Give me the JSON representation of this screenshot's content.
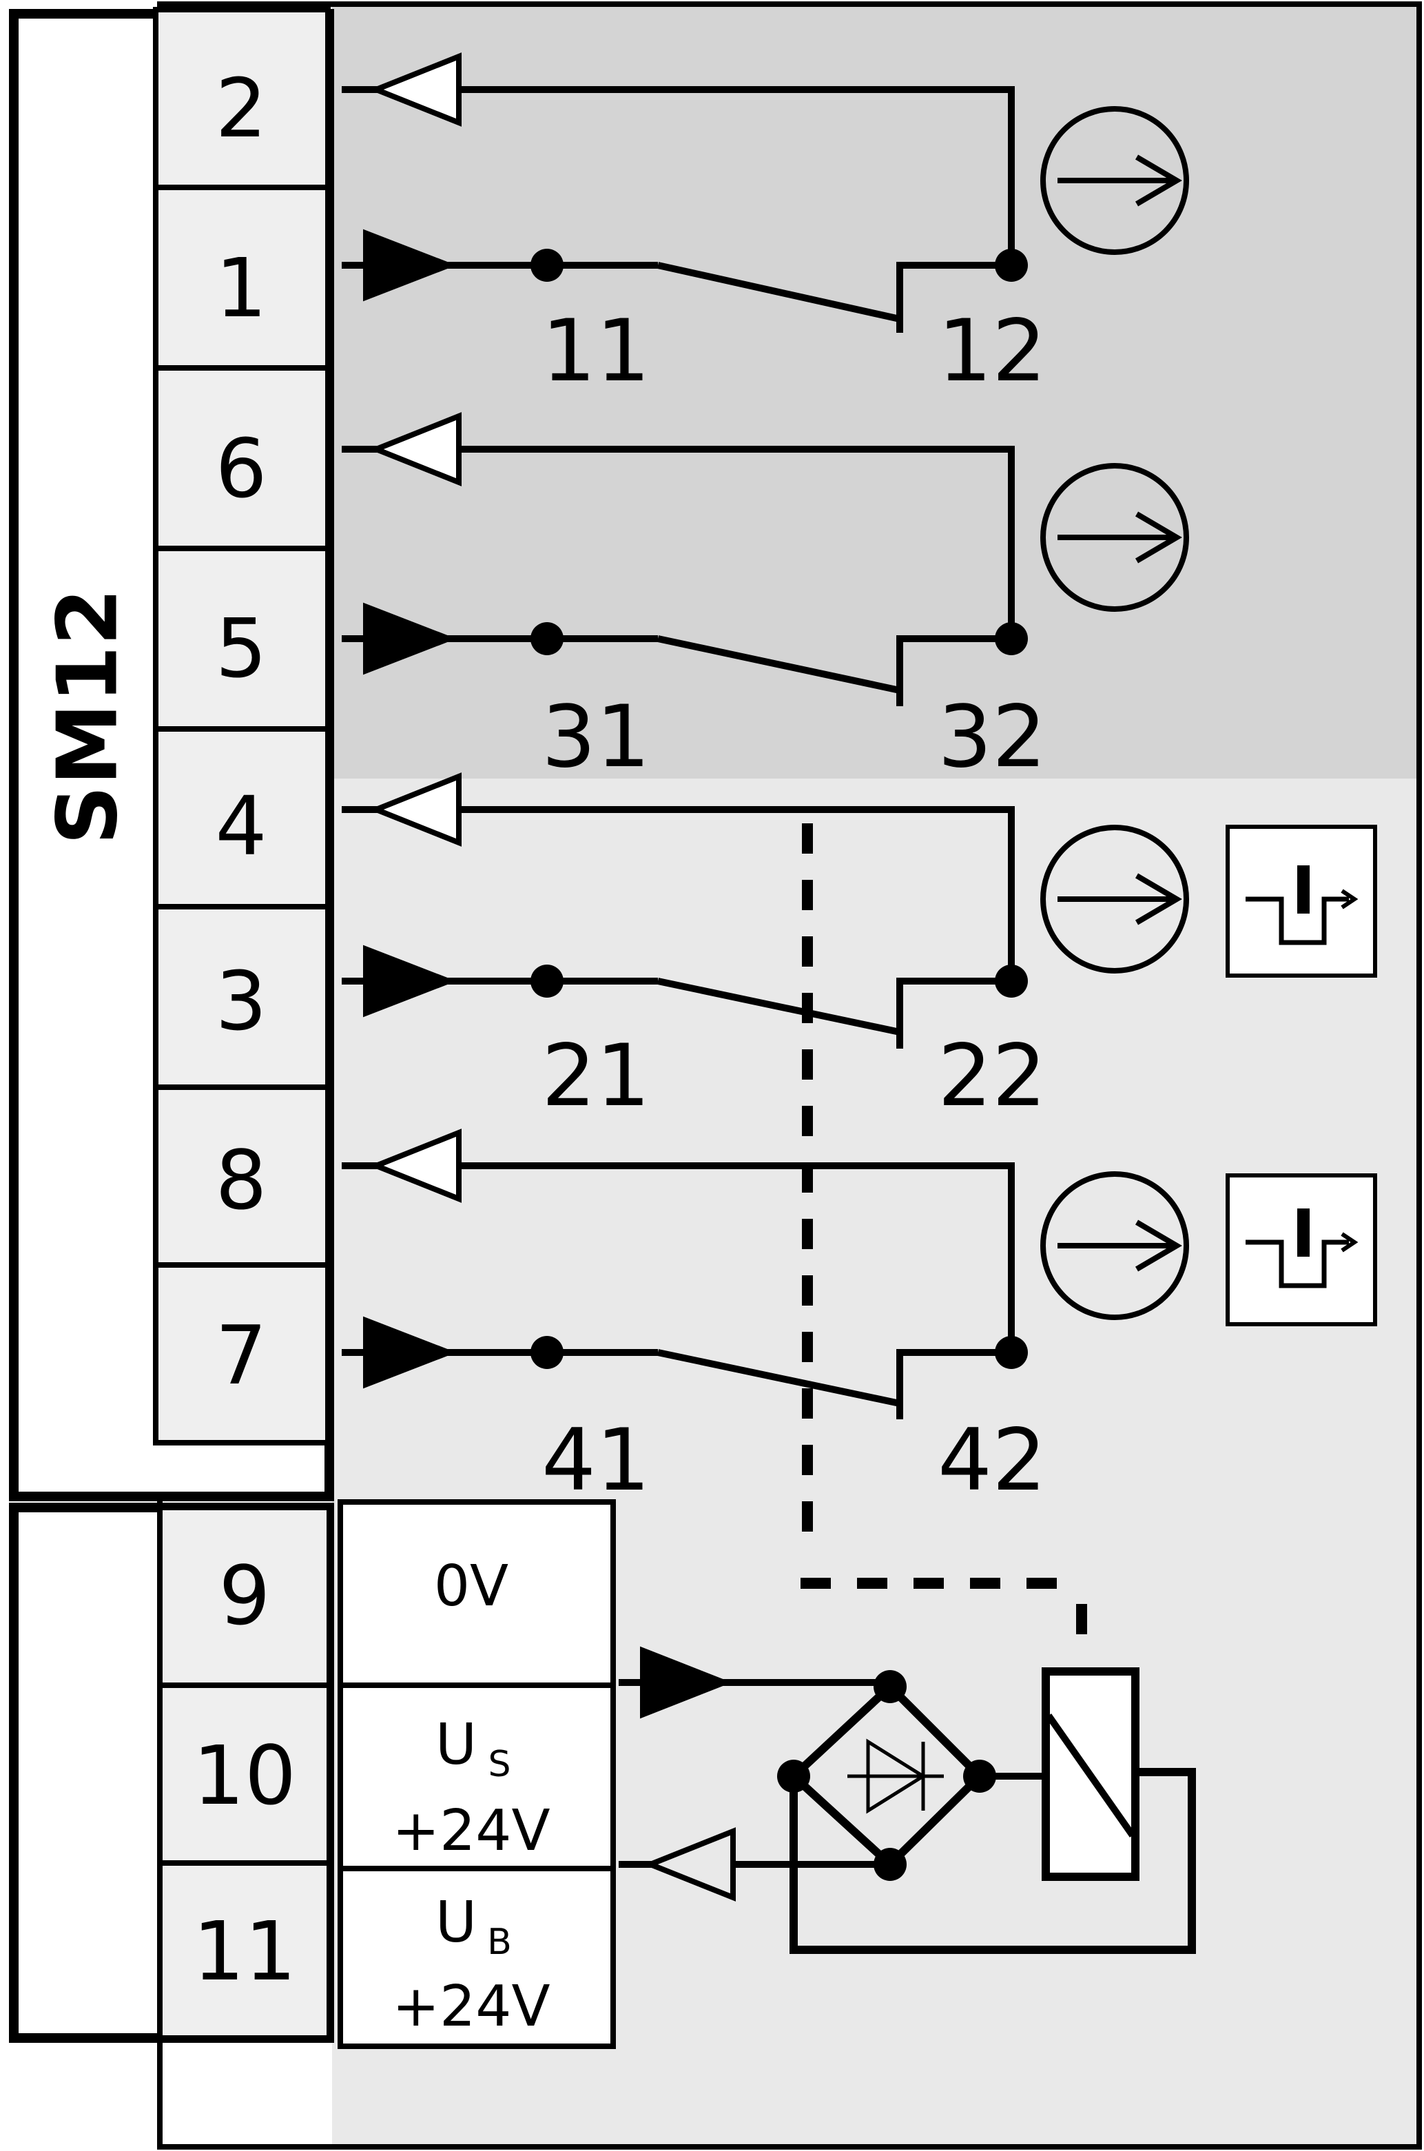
{
  "module": {
    "label": "SM12"
  },
  "terminals": [
    "2",
    "1",
    "6",
    "5",
    "4",
    "3",
    "8",
    "7",
    "9",
    "10",
    "11"
  ],
  "supply": {
    "zero": "0V",
    "us_main": "U",
    "us_sub": "S",
    "us_volt": "+24V",
    "ub_main": "U",
    "ub_sub": "B",
    "ub_volt": "+24V"
  },
  "contacts": [
    {
      "common": "11",
      "nc": "12"
    },
    {
      "common": "31",
      "nc": "32"
    },
    {
      "common": "21",
      "nc": "22"
    },
    {
      "common": "41",
      "nc": "42"
    }
  ],
  "symbols": {
    "direction": "arrow-right-in-circle-icon",
    "guard_locking": "guard-locking-actuator-icon"
  },
  "colors": {
    "shade_dark": "#d4d4d4",
    "shade_light": "#e9e9e9",
    "terminal_fill": "#efefef",
    "line": "#000000"
  }
}
